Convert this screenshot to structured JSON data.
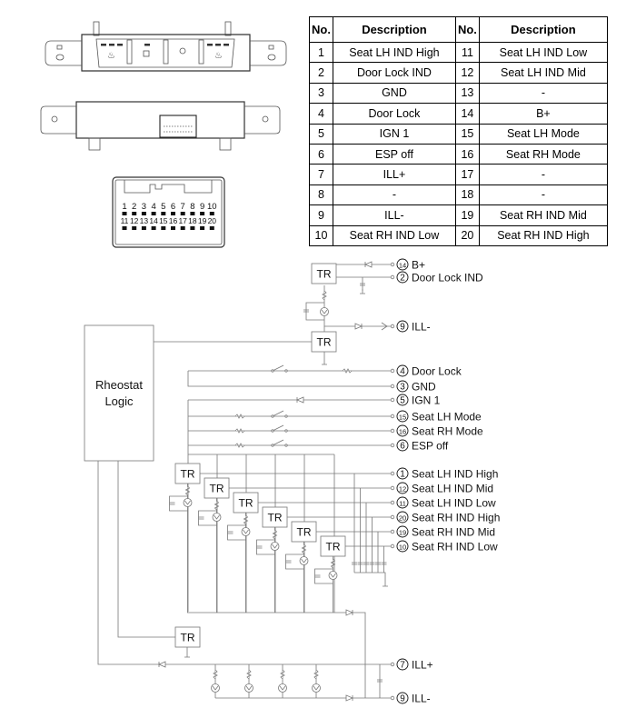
{
  "table": {
    "headers": [
      "No.",
      "Description",
      "No.",
      "Description"
    ],
    "rows": [
      [
        "1",
        "Seat LH IND High",
        "11",
        "Seat LH IND Low"
      ],
      [
        "2",
        "Door Lock IND",
        "12",
        "Seat LH IND Mid"
      ],
      [
        "3",
        "GND",
        "13",
        "-"
      ],
      [
        "4",
        "Door Lock",
        "14",
        "B+"
      ],
      [
        "5",
        "IGN 1",
        "15",
        "Seat LH Mode"
      ],
      [
        "6",
        "ESP off",
        "16",
        "Seat RH Mode"
      ],
      [
        "7",
        "ILL+",
        "17",
        "-"
      ],
      [
        "8",
        "-",
        "18",
        "-"
      ],
      [
        "9",
        "ILL-",
        "19",
        "Seat RH IND Mid"
      ],
      [
        "10",
        "Seat RH IND Low",
        "20",
        "Seat RH IND High"
      ]
    ]
  },
  "connector": {
    "row1": [
      "1",
      "2",
      "3",
      "4",
      "5",
      "6",
      "7",
      "8",
      "9",
      "10"
    ],
    "row2": [
      "11",
      "12",
      "13",
      "14",
      "15",
      "16",
      "17",
      "18",
      "19",
      "20"
    ]
  },
  "circuit": {
    "logic_label_1": "Rheostat",
    "logic_label_2": "Logic",
    "transistor_label": "TR",
    "pins": [
      {
        "no": "14",
        "label": "B+"
      },
      {
        "no": "2",
        "label": "Door Lock IND"
      },
      {
        "no": "9",
        "label": "ILL-"
      },
      {
        "no": "4",
        "label": "Door Lock"
      },
      {
        "no": "3",
        "label": "GND"
      },
      {
        "no": "5",
        "label": "IGN 1"
      },
      {
        "no": "15",
        "label": "Seat LH Mode"
      },
      {
        "no": "16",
        "label": "Seat RH Mode"
      },
      {
        "no": "6",
        "label": "ESP off"
      },
      {
        "no": "1",
        "label": "Seat LH IND High"
      },
      {
        "no": "12",
        "label": "Seat LH IND Mid"
      },
      {
        "no": "11",
        "label": "Seat LH IND Low"
      },
      {
        "no": "20",
        "label": "Seat RH IND High"
      },
      {
        "no": "19",
        "label": "Seat RH IND Mid"
      },
      {
        "no": "10",
        "label": "Seat RH IND Low"
      },
      {
        "no": "7",
        "label": "ILL+"
      },
      {
        "no": "9",
        "label": "ILL-"
      }
    ]
  }
}
